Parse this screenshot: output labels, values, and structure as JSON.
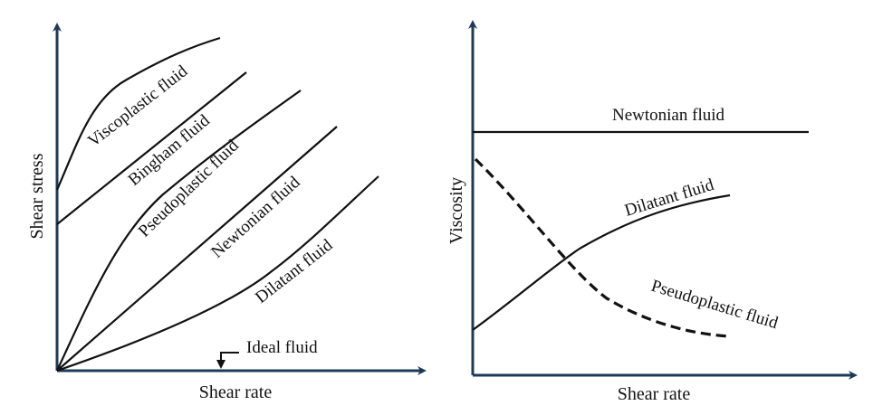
{
  "left_panel": {
    "x_axis_label": "Shear rate",
    "y_axis_label": "Shear stress",
    "curves": [
      {
        "name": "viscoplastic",
        "label": "Viscoplastic fluid"
      },
      {
        "name": "bingham",
        "label": "Bingham fluid"
      },
      {
        "name": "pseudoplastic",
        "label": "Pseudoplastic fluid"
      },
      {
        "name": "newtonian",
        "label": "Newtonian fluid"
      },
      {
        "name": "dilatant",
        "label": "Dilatant fluid"
      }
    ],
    "ideal_fluid_label": "Ideal fluid"
  },
  "right_panel": {
    "x_axis_label": "Shear rate",
    "y_axis_label": "Viscosity",
    "curves": [
      {
        "name": "newtonian",
        "label": "Newtonian fluid",
        "line_style": "solid"
      },
      {
        "name": "dilatant",
        "label": "Dilatant fluid",
        "line_style": "solid"
      },
      {
        "name": "pseudoplastic",
        "label": "Pseudoplastic fluid",
        "line_style": "dashed"
      }
    ]
  },
  "colors": {
    "axis": "#1e3a5a",
    "curve": "#111111",
    "background": "#ffffff"
  }
}
